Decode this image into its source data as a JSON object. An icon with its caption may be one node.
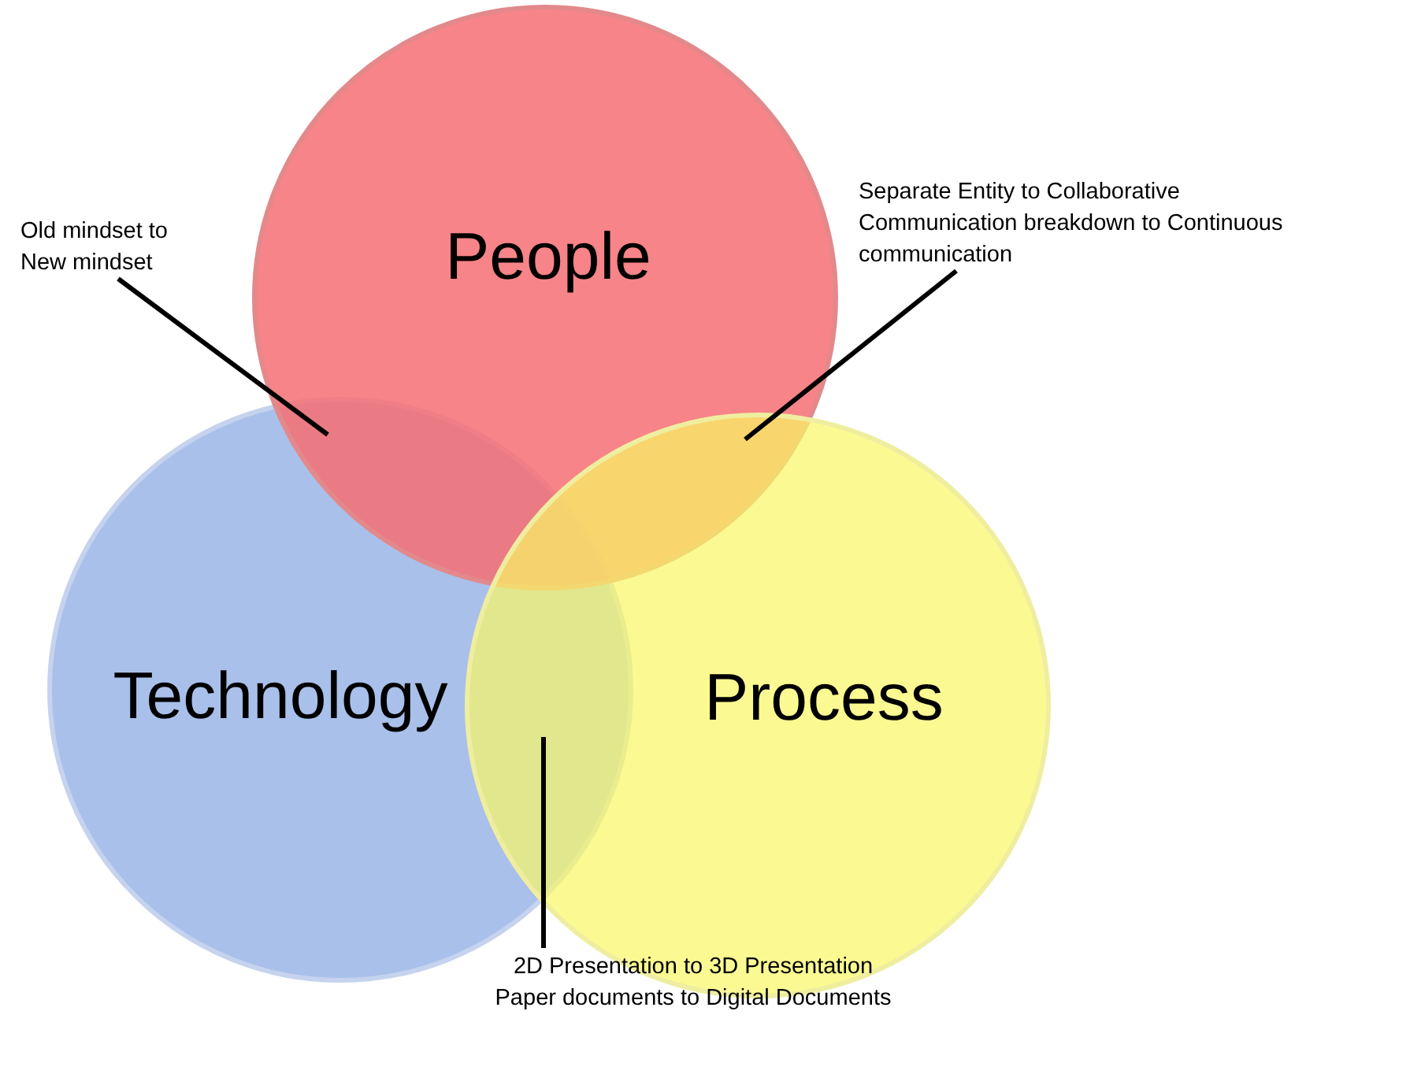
{
  "diagram": {
    "nodes": [
      {
        "text": [
          "People"
        ]
      },
      {
        "text": [
          "Technology"
        ]
      },
      {
        "text": [
          "Process"
        ]
      },
      {
        "text": [
          "Old mindset to New mindset"
        ]
      },
      {
        "text": [
          "Separate Entity to Collaborative",
          "Communication breakdown to Continuous communication"
        ]
      },
      {
        "text": [
          "2D Presentation to 3D Presentation",
          "Paper documents to Digital Documents"
        ]
      }
    ],
    "edges": [
      {
        "from": 3,
        "to": 0,
        "arrow": "none"
      },
      {
        "from": 4,
        "to": 0,
        "arrow": "none"
      },
      {
        "from": 5,
        "to": 1,
        "arrow": "none"
      }
    ]
  }
}
